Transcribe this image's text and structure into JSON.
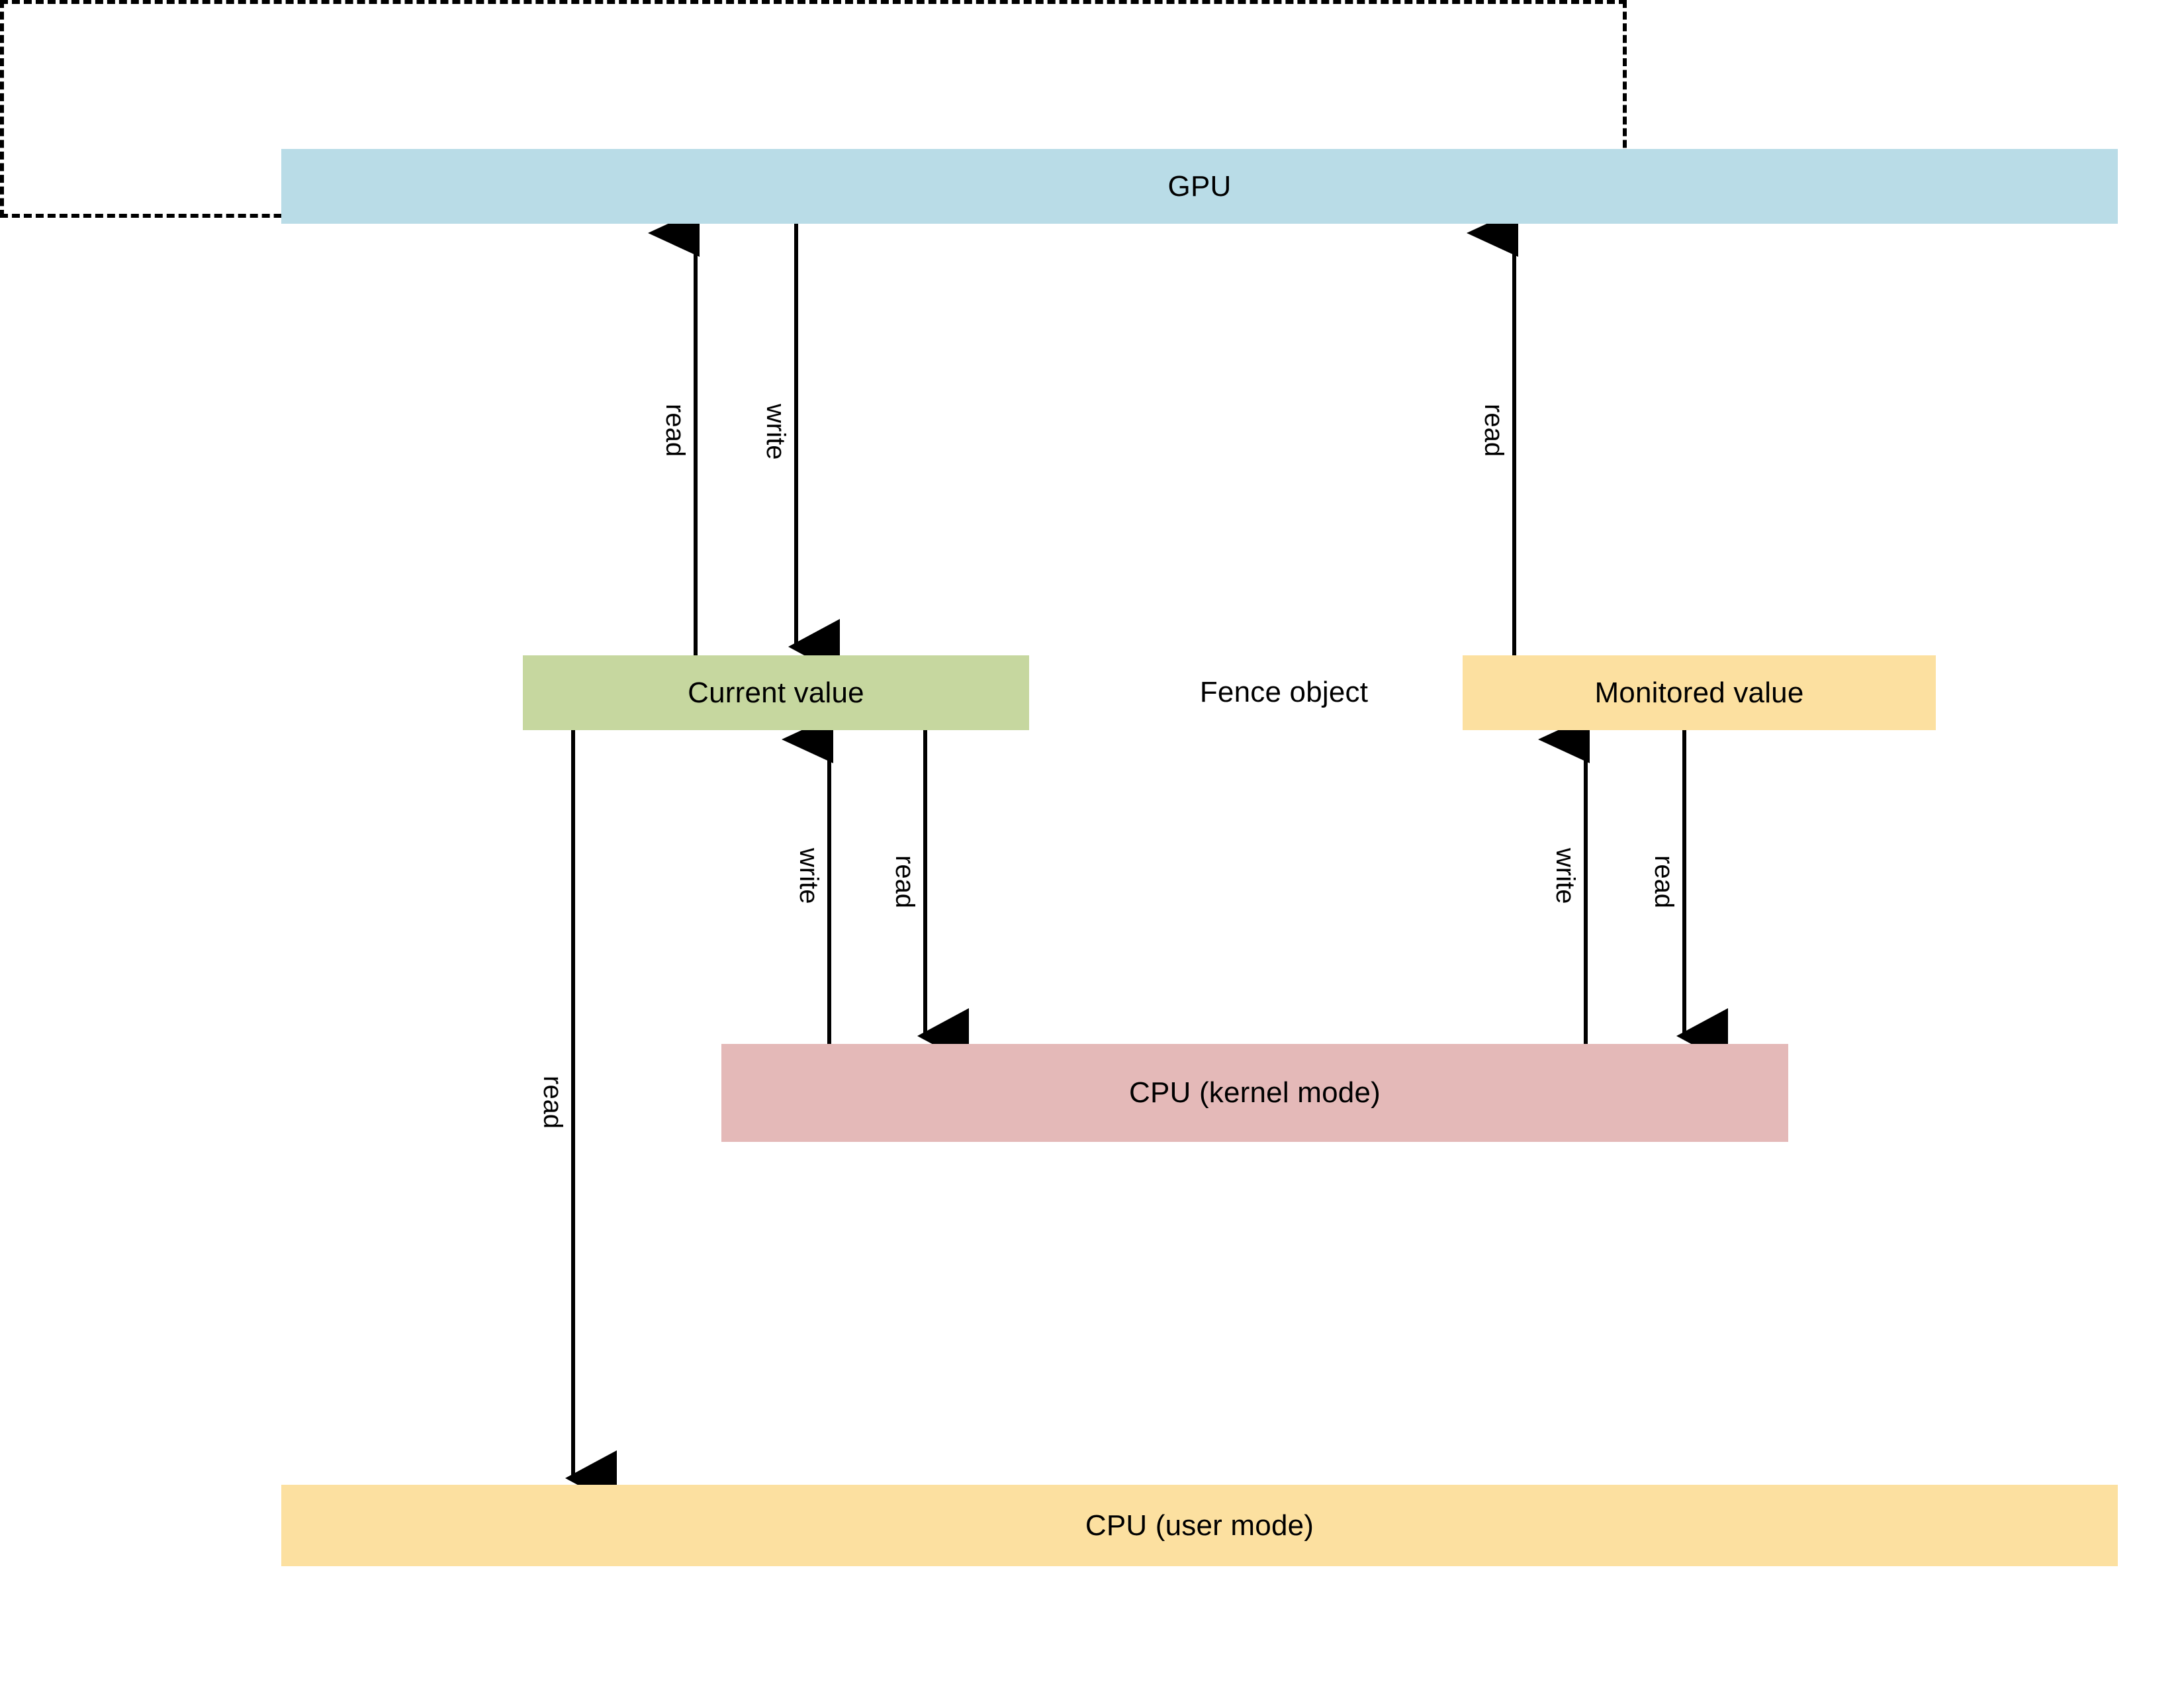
{
  "diagram": {
    "title_nodes": {
      "gpu": "GPU",
      "fence_object": "Fence object",
      "current_value": "Current value",
      "monitored_value": "Monitored value",
      "cpu_kernel": "CPU (kernel mode)",
      "cpu_user": "CPU (user mode)"
    },
    "edges": [
      {
        "id": "gpu-read-current",
        "label": "read",
        "from": "Current value",
        "to": "GPU",
        "direction": "up"
      },
      {
        "id": "gpu-write-current",
        "label": "write",
        "from": "GPU",
        "to": "Current value",
        "direction": "down"
      },
      {
        "id": "gpu-read-monitored",
        "label": "read",
        "from": "Monitored value",
        "to": "GPU",
        "direction": "up"
      },
      {
        "id": "kernel-write-current",
        "label": "write",
        "from": "CPU (kernel mode)",
        "to": "Current value",
        "direction": "up"
      },
      {
        "id": "kernel-read-current",
        "label": "read",
        "from": "Current value",
        "to": "CPU (kernel mode)",
        "direction": "down"
      },
      {
        "id": "kernel-write-monitored",
        "label": "write",
        "from": "CPU (kernel mode)",
        "to": "Monitored value",
        "direction": "up"
      },
      {
        "id": "kernel-read-monitored",
        "label": "read",
        "from": "Monitored value",
        "to": "CPU (kernel mode)",
        "direction": "down"
      },
      {
        "id": "user-read-current",
        "label": "read",
        "from": "Current value",
        "to": "CPU (user mode)",
        "direction": "down"
      }
    ],
    "colors": {
      "gpu": "#b9dce7",
      "current_value": "#c6d79f",
      "monitored_value": "#fce0a0",
      "cpu_kernel": "#e4b9b8",
      "cpu_user": "#fce0a0",
      "stroke": "#000000",
      "background": "#ffffff"
    }
  }
}
